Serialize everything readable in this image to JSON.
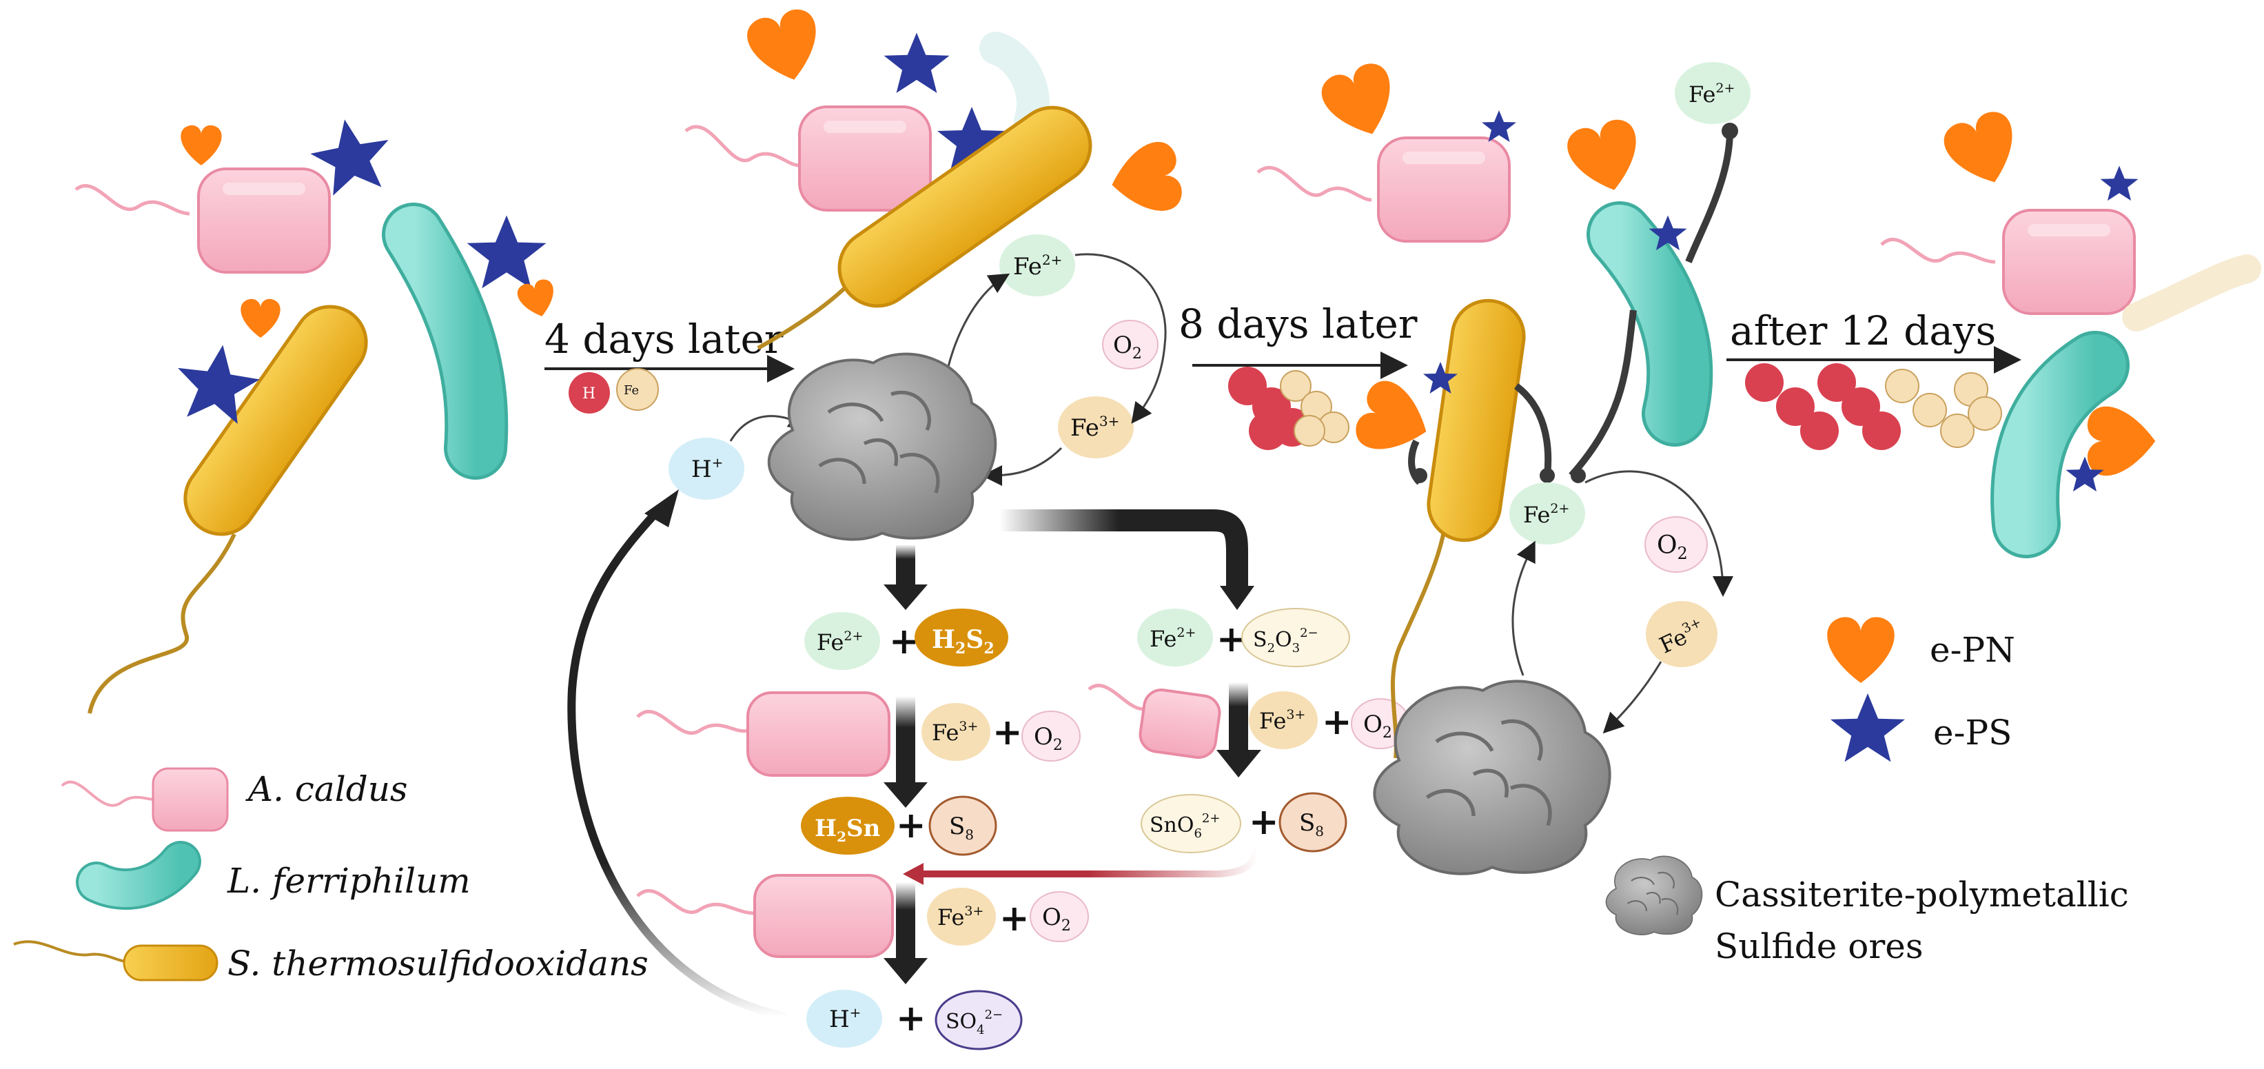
{
  "timeline": {
    "stage1": "4 days later",
    "stage2": "8 days later",
    "stage3": "after 12 days"
  },
  "ions": {
    "h": "H",
    "fe": "Fe",
    "plus_sup": "+",
    "fe2_sup": "2+",
    "fe3_sup": "3+",
    "o2": "O",
    "o2_sub": "2",
    "h2s2": "H",
    "h2s2_sub": "2",
    "h2s2_s": "S",
    "h2s2_sub2": "2",
    "s2o3_s": "S",
    "s2o3_sub1": "2",
    "s2o3_o": "O",
    "s2o3_sub2": "3",
    "s2o3_sup": "2−",
    "h2sn_h": "H",
    "h2sn_sub": "2",
    "h2sn_sn": "Sn",
    "s8": "S",
    "s8_sub": "8",
    "sno6_sn": "SnO",
    "sno6_sub": "6",
    "sno6_sup": "2+",
    "so4_s": "SO",
    "so4_sub": "4",
    "so4_sup": "2−",
    "plus": "+"
  },
  "legend": {
    "a_caldus": "A. caldus",
    "l_ferriphilum": "L. ferriphilum",
    "s_thermo": "S. thermosulfidooxidans",
    "epn": "e-PN",
    "eps": "e-PS",
    "ore_line1": "Cassiterite-polymetallic",
    "ore_line2": "Sulfide ores"
  },
  "colors": {
    "pink_cell": "#f9b9c9",
    "teal_cell": "#6fd6c8",
    "yellow_cell": "#f2b92a",
    "orange_heart": "#ff7f11",
    "blue_star": "#2b3a9c",
    "fe2_fill": "#d9f2df",
    "fe3_fill": "#f6dfb5",
    "h_fill": "#d3eef8",
    "o2_fill": "#fde8ef",
    "h_red": "#d94150",
    "h2s2_fill": "#d9900a",
    "s8_fill": "#f7dcc8",
    "so4_fill": "#ece6f8",
    "ore_gray": "#9a9a9a"
  }
}
